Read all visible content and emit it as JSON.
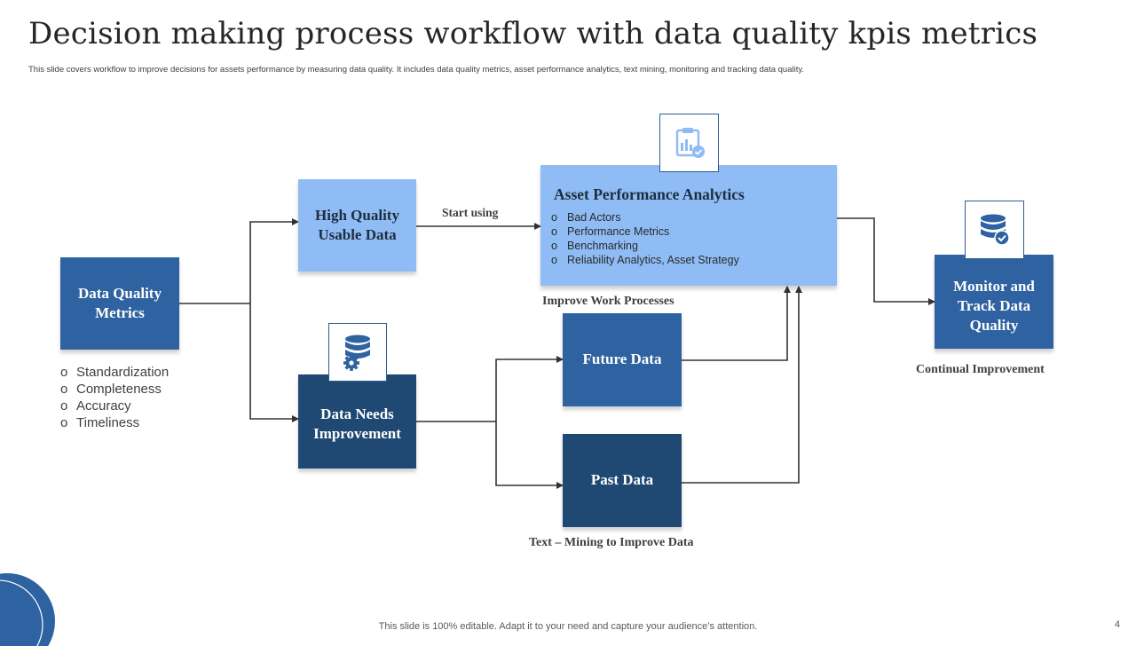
{
  "slide": {
    "title": "Decision making process workflow with data quality kpis metrics",
    "subtitle": "This slide covers workflow to improve decisions for assets performance by measuring data quality. It includes data quality metrics, asset performance analytics, text mining,  monitoring and tracking data quality.",
    "footer": "This slide is 100% editable. Adapt it to your need and capture your audience’s attention.",
    "page_number": "4"
  },
  "nodes": {
    "data_quality_metrics": "Data Quality\nMetrics",
    "high_quality": "High Quality\nUsable Data",
    "data_needs": "Data Needs\nImprovement",
    "asset_performance": {
      "title": "Asset Performance Analytics",
      "items": [
        "Bad Actors",
        "Performance  Metrics",
        "Benchmarking",
        "Reliability Analytics, Asset Strategy"
      ]
    },
    "future_data": "Future Data",
    "past_data": "Past Data",
    "monitor": "Monitor and\nTrack Data\nQuality"
  },
  "metrics_list": [
    "Standardization",
    "Completeness",
    "Accuracy",
    "Timeliness"
  ],
  "labels": {
    "start_using": "Start using",
    "improve_work": "Improve Work Processes",
    "text_mining": "Text – Mining to Improve Data",
    "continual": "Continual Improvement"
  },
  "colors": {
    "light_blue": "#8fbcf5",
    "mid_blue": "#2e62a0",
    "dark_blue": "#1f4873",
    "connector": "#333333"
  }
}
